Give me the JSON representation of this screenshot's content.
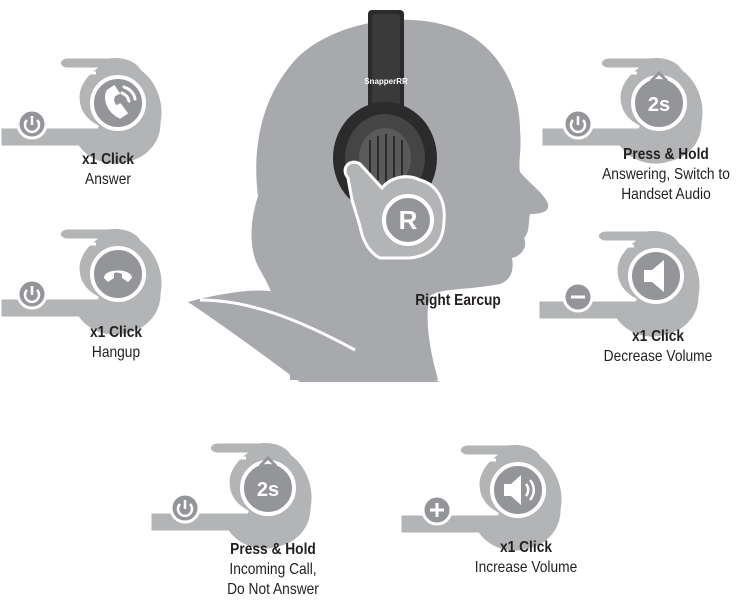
{
  "center": {
    "earcup_label": "Right Earcup",
    "button_letter": "R",
    "brand_text": "SnapperRR"
  },
  "instructions": [
    {
      "id": "answer",
      "action": "x1 Click",
      "lines": [
        "Answer"
      ],
      "icon": "phone-ringing-icon",
      "side_icon": "power-icon"
    },
    {
      "id": "hangup",
      "action": "x1 Click",
      "lines": [
        "Hangup"
      ],
      "icon": "hangup-icon",
      "side_icon": "power-icon"
    },
    {
      "id": "switch-audio",
      "action": "Press & Hold",
      "lines": [
        "Answering, Switch to",
        "Handset Audio"
      ],
      "icon": "2s-timer-icon",
      "timer_text": "2s",
      "side_icon": "power-icon"
    },
    {
      "id": "volume-down",
      "action": "x1 Click",
      "lines": [
        "Decrease Volume"
      ],
      "icon": "speaker-icon",
      "side_icon": "minus-icon"
    },
    {
      "id": "reject-call",
      "action": "Press & Hold",
      "lines": [
        "Incoming Call,",
        "Do Not Answer"
      ],
      "icon": "2s-timer-icon",
      "timer_text": "2s",
      "side_icon": "power-icon"
    },
    {
      "id": "volume-up",
      "action": "x1 Click",
      "lines": [
        "Increase Volume"
      ],
      "icon": "speaker-loud-icon",
      "side_icon": "plus-icon"
    }
  ],
  "colors": {
    "silhouette": "#a7a9ac",
    "hand": "#b2b4b6",
    "hand_stroke": "#ffffff",
    "headphone": "#2b2b2b",
    "text": "#231f20"
  }
}
